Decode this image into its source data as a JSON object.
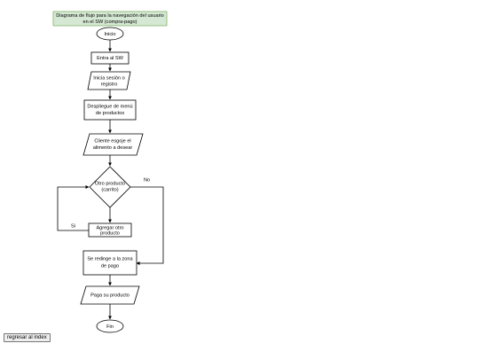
{
  "diagram": {
    "title_line1": "Diagrama de flujo para la navegación del usuario",
    "title_line2": "en el SW (compra-pago)",
    "nodes": {
      "start": "Inicio",
      "enter": "Entra al SW",
      "login_line1": "Inicia sesión o",
      "login_line2": "registro",
      "menu_line1": "Despliegue de menú",
      "menu_line2": "de productos",
      "choose_line1": "Cliente esgoje el",
      "choose_line2": "alimento a desear",
      "decision_line1": "Otro producto",
      "decision_line2": "(carrito)",
      "add_line1": "Agregar otro",
      "add_line2": "producto",
      "redirect_line1": "Se redinge a la zona",
      "redirect_line2": "de pago",
      "pay": "Paga su producto",
      "end": "Fin"
    },
    "edges": {
      "yes": "Si",
      "no": "No"
    }
  },
  "footer": {
    "back_label": "regresar al index"
  }
}
